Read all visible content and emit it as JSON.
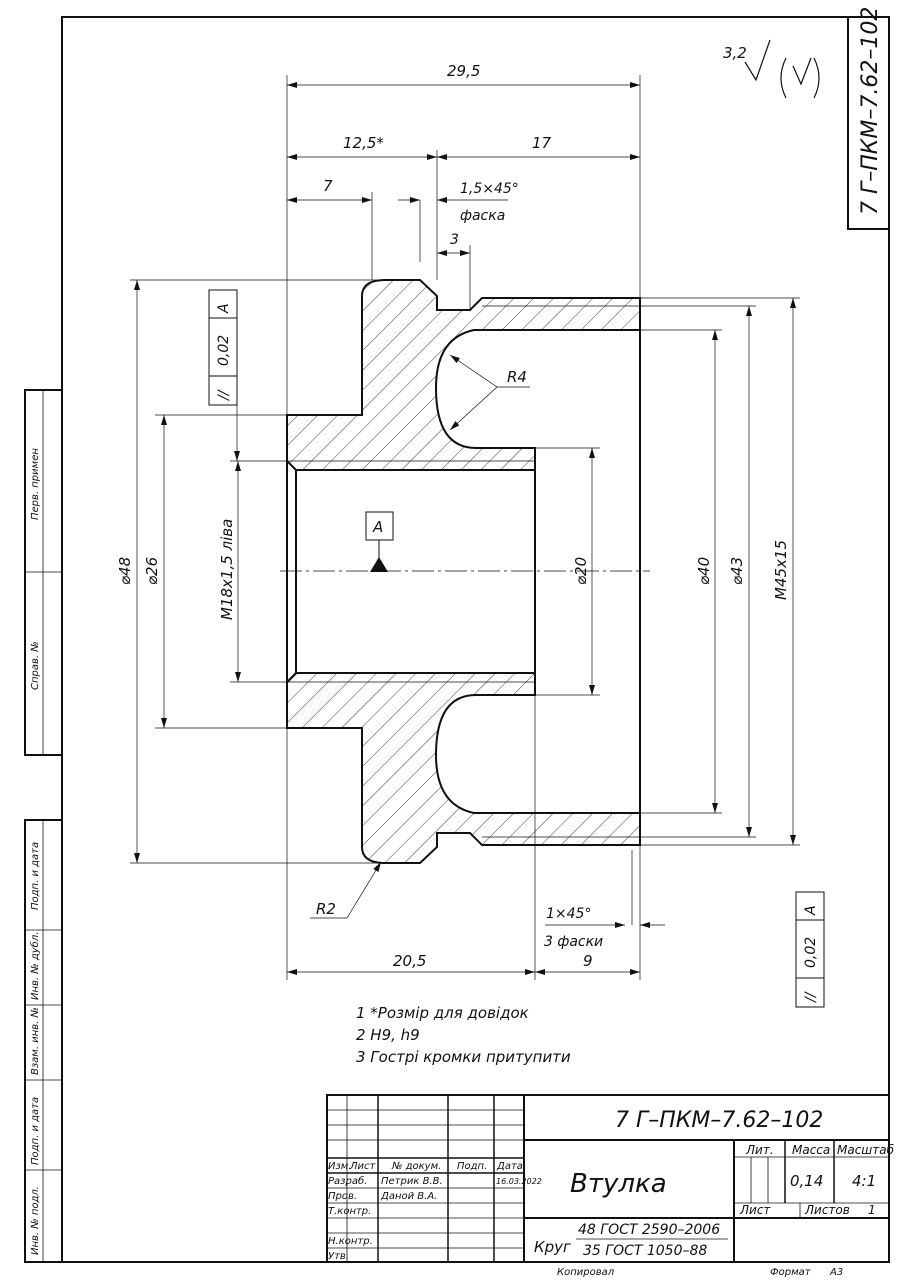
{
  "roughness": {
    "value": "3,2",
    "symbol": "√(√)"
  },
  "side_code": "7 Г–ПКМ–7.62–102",
  "dims": {
    "overall_length": "29,5",
    "len_ref": "12,5*",
    "len_17": "17",
    "len_7": "7",
    "chamfer_15": "1,5×45°",
    "chamfer_word": "фаска",
    "len_3": "3",
    "radius_r4": "R4",
    "radius_r2": "R2",
    "dia_48": "⌀48",
    "dia_26": "⌀26",
    "thread_m18": "M18x1,5 ліва",
    "dia_20": "⌀20",
    "dia_40": "⌀40",
    "dia_43": "⌀43",
    "thread_m45": "M45x15",
    "chamfer_1": "1×45°",
    "chamfer_count": "3 фаски",
    "len_9": "9",
    "len_205": "20,5"
  },
  "datum": {
    "label": "A"
  },
  "tolerances": [
    {
      "symbol": "//",
      "value": "0,02",
      "datum": "A"
    },
    {
      "symbol": "//",
      "value": "0,02",
      "datum": "A"
    }
  ],
  "notes": [
    "1  *Розмір для довідок",
    "2  H9, h9",
    "3  Гострі кромки притупити"
  ],
  "left_strip": {
    "perv": "Перв. примен",
    "sprav": "Справ. №",
    "podp1": "Подп. и дата",
    "inv_dubl": "Инв. № дубл.",
    "vzam": "Взам. инв. №",
    "podp2": "Подп. и дата",
    "inv_podl": "Инв. № подл."
  },
  "title_block": {
    "code": "7 Г–ПКМ–7.62–102",
    "part_name": "Втулка",
    "material_line1": "48 ГОСТ 2590–2006",
    "material_line2": "35 ГОСТ 1050–88",
    "material_word": "Круг",
    "lit_label": "Лит.",
    "mass_label": "Масса",
    "scale_label": "Масштаб",
    "mass_value": "0,14",
    "scale_value": "4:1",
    "sheet_label": "Лист",
    "sheets_label": "Листов",
    "sheets_value": "1",
    "hdr_izm": "Изм.",
    "hdr_list": "Лист",
    "hdr_doc": "№ докум.",
    "hdr_podp": "Подп.",
    "hdr_date": "Дата",
    "row_razrab": "Разраб.",
    "row_prov": "Пров.",
    "row_tkontr": "Т.контр.",
    "row_nkontr": "Н.контр.",
    "row_utv": "Утв.",
    "name_razrab": "Петрик В.В.",
    "name_prov": "Даной В.А.",
    "date_razrab": "16.03.2022"
  },
  "footer": {
    "copied": "Копировал",
    "format_label": "Формат",
    "format_value": "А3"
  }
}
